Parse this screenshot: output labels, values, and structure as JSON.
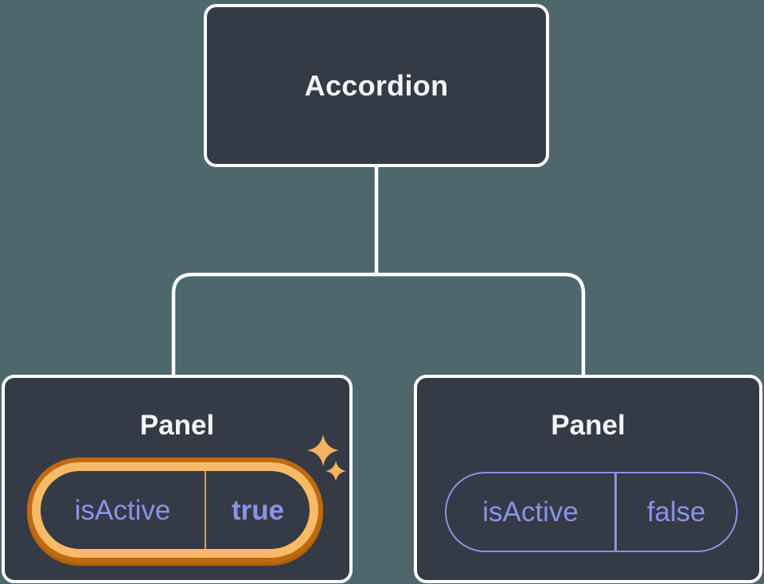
{
  "diagram": {
    "description": "Component tree: Accordion parent with two Panel children holding isActive state",
    "background_color": "#4e676d",
    "node_fill_color": "#343a46",
    "node_border_color": "#ffffff",
    "connector_color": "#ffffff",
    "root": {
      "label": "Accordion"
    },
    "panels": [
      {
        "title": "Panel",
        "state": {
          "key": "isActive",
          "value": "true"
        },
        "highlighted": true,
        "icon": "sparkles-icon"
      },
      {
        "title": "Panel",
        "state": {
          "key": "isActive",
          "value": "false"
        },
        "highlighted": false
      }
    ],
    "colors": {
      "state_text": "#8a93e6",
      "highlight_ring_outer": "#c0690f",
      "highlight_ring_inner": "#f9ba67",
      "highlight_divider": "#d7a057",
      "sparkle": "#f4b45f",
      "title_text": "#f4f5f9"
    }
  }
}
